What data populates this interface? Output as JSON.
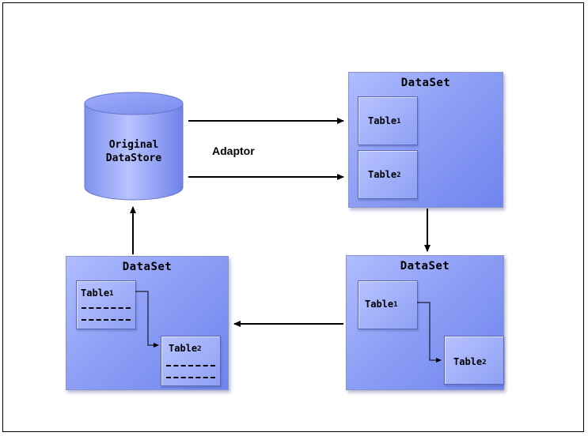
{
  "datastore": {
    "line1": "Original",
    "line2": "DataStore"
  },
  "adaptor": {
    "label": "Adaptor"
  },
  "dataset_top_right": {
    "title": "DataSet",
    "table1": "Table",
    "table1_sub": "1",
    "table2": "Table",
    "table2_sub": "2"
  },
  "dataset_bottom_right": {
    "title": "DataSet",
    "table1": "Table",
    "table1_sub": "1",
    "table2": "Table",
    "table2_sub": "2"
  },
  "dataset_bottom_left": {
    "title": "DataSet",
    "table1": "Table",
    "table1_sub": "1",
    "table2": "Table",
    "table2_sub": "2"
  },
  "colors": {
    "panel_fill": "#8d9ff5",
    "panel_border": "#8a94c8",
    "arrow": "#000000"
  }
}
